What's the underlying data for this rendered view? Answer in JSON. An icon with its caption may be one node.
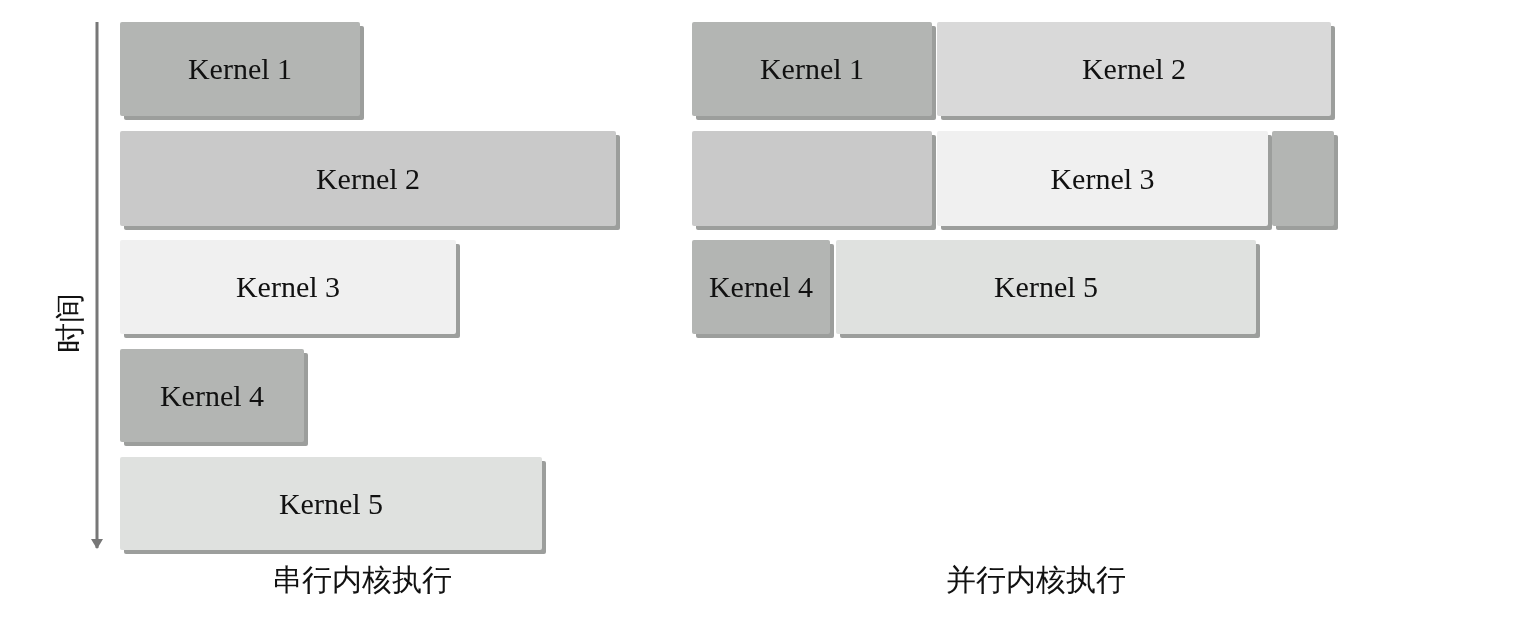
{
  "diagram": {
    "nodes": [
      {
        "text": [
          "Kernel 1"
        ]
      },
      {
        "text": [
          "Kernel 2"
        ]
      },
      {
        "text": [
          "Kernel 3"
        ]
      },
      {
        "text": [
          "Kernel 4"
        ]
      },
      {
        "text": [
          "Kernel 5"
        ]
      },
      {
        "text": [
          "Kernel 1"
        ]
      },
      {
        "text": [
          "Kernel 2"
        ]
      },
      {
        "text": [],
        "shape": "box"
      },
      {
        "text": [
          "Kernel 3"
        ]
      },
      {
        "text": [],
        "shape": "box"
      },
      {
        "text": [
          "Kernel 4"
        ]
      },
      {
        "text": [
          "Kernel 5"
        ]
      }
    ],
    "labels": [
      "时间",
      "串行内核执行",
      "并行内核执行"
    ]
  }
}
